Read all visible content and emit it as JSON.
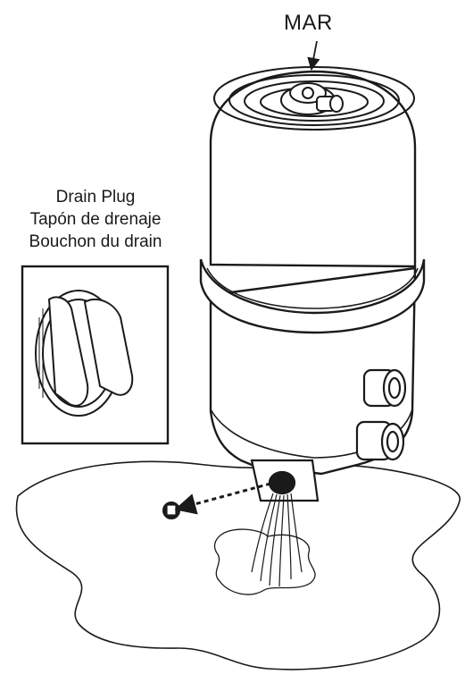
{
  "labels": {
    "mar": "MAR",
    "drain_plug": [
      "Drain Plug",
      "Tapón de drenaje",
      "Bouchon du drain"
    ]
  },
  "colors": {
    "line": "#1a1a1a",
    "fill": "#ffffff",
    "background": "#ffffff"
  }
}
